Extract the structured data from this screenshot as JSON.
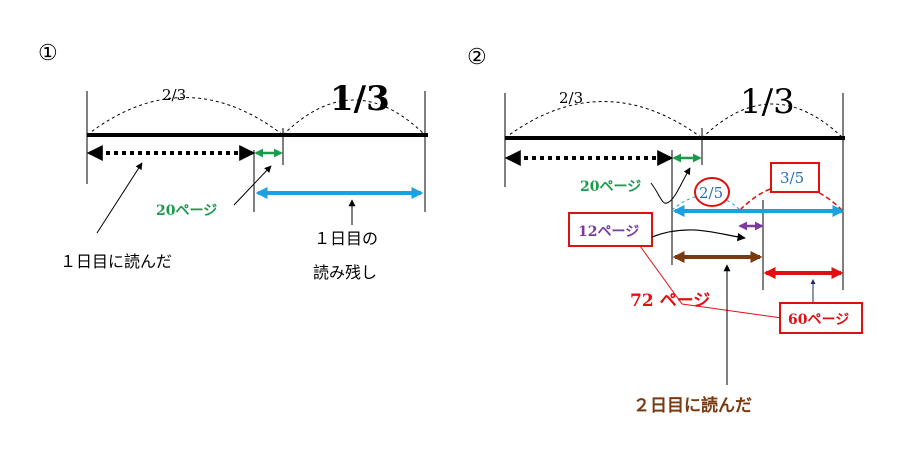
{
  "panel1": {
    "number": "①",
    "fraction_left": "2/3",
    "fraction_right": "1/3",
    "pages_label": "20ページ",
    "read_day1": "１日目に読んだ",
    "remaining_line1": "１日目の",
    "remaining_line2": "読み残し"
  },
  "panel2": {
    "number": "②",
    "fraction_left": "2/3",
    "fraction_right": "1/3",
    "pages_label": "20ページ",
    "frac_two_fifths": "2/5",
    "frac_three_fifths": "3/5",
    "box_12": "12ページ",
    "total_72": "72 ページ",
    "box_60": "60ページ",
    "read_day2": "２日目に読んだ"
  },
  "colors": {
    "black": "#000000",
    "green": "#1a9a4a",
    "cyan": "#1ba0e0",
    "purple": "#7a3aa0",
    "brown": "#7a3a10",
    "red": "#e01010",
    "navy": "#1a2a6a",
    "blue_text": "#2a70b0"
  }
}
